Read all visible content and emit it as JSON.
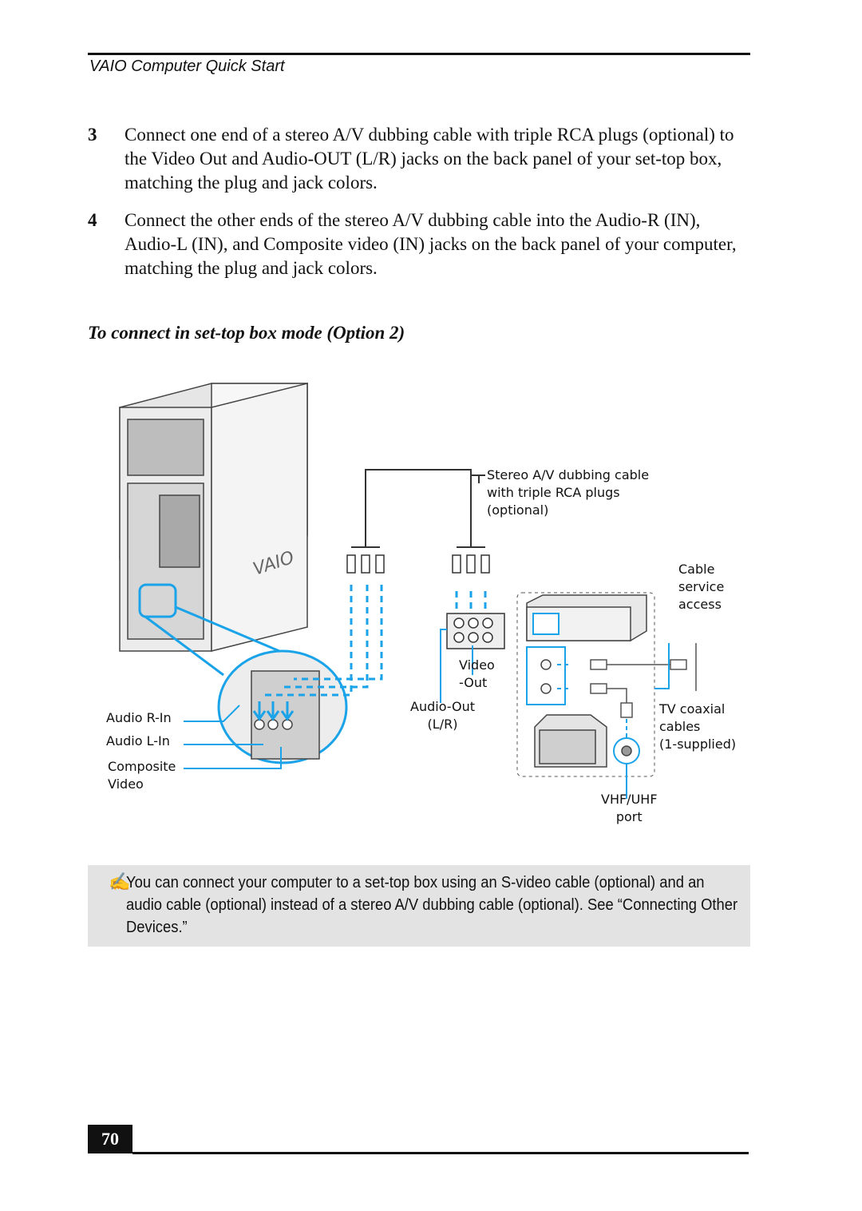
{
  "header": {
    "running_head": "VAIO Computer Quick Start"
  },
  "steps": [
    {
      "num": "3",
      "text": "Connect one end of a stereo A/V dubbing cable with triple RCA plugs (optional) to the Video Out and Audio-OUT (L/R) jacks on the back panel of your set-top box, matching the plug and jack colors."
    },
    {
      "num": "4",
      "text": "Connect the other ends of the stereo A/V dubbing cable into the Audio-R (IN), Audio-L (IN), and Composite video (IN) jacks on the back panel of your computer, matching the plug and jack colors."
    }
  ],
  "subheading": "To connect in set-top box mode (Option 2)",
  "figure": {
    "labels": {
      "cable_desc": "Stereo A/V dubbing cable\nwith triple RCA plugs\n(optional)",
      "cable_access": "Cable\nservice\naccess",
      "video_out": "Video\n-Out",
      "audio_out": "Audio-Out\n(L/R)",
      "tv_coaxial": "TV coaxial\ncables\n(1-supplied)",
      "vhf_port": "VHF/UHF\nport",
      "audio_r_in": "Audio R-In",
      "audio_l_in": "Audio L-In",
      "composite_video": "Composite\nVideo"
    },
    "colors": {
      "accent": "#1aa3e8",
      "line": "#333333"
    }
  },
  "note": {
    "icon": "pencil-note-icon",
    "text": "You can connect your computer to a set-top box using an S-video cable (optional) and an audio cable (optional) instead of a stereo A/V dubbing cable (optional). See “Connecting Other Devices.”"
  },
  "footer": {
    "page_number": "70"
  }
}
